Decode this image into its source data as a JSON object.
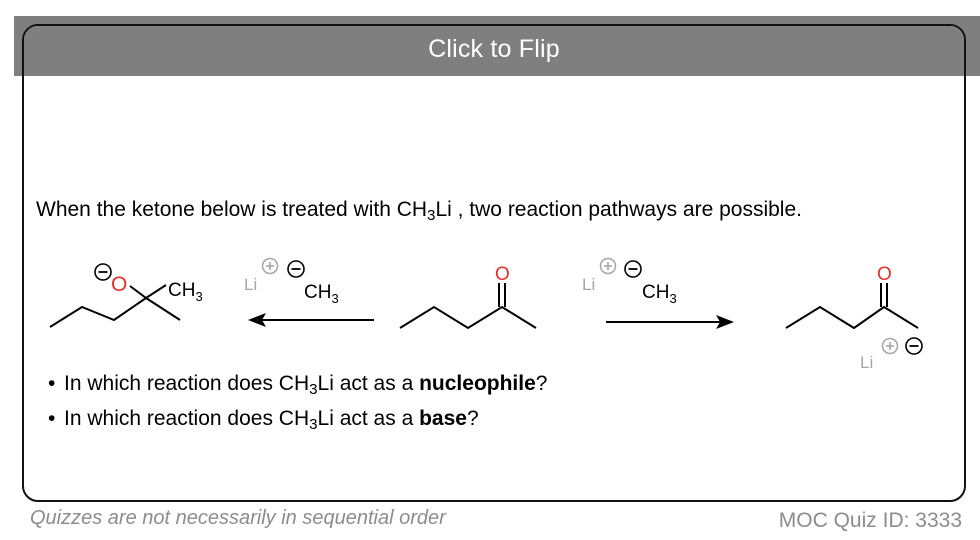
{
  "flip_bar": {
    "label": "Click to Flip"
  },
  "question": {
    "prefix": "When the ketone below is treated with CH",
    "sub": "3",
    "suffix": "Li , two reaction pathways are possible."
  },
  "reagent": {
    "li": "Li",
    "ch3_base": "CH",
    "ch3_sub": "3"
  },
  "product_left": {
    "o": "O",
    "ch3_base": "CH",
    "ch3_sub": "3"
  },
  "ketone": {
    "o": "O"
  },
  "product_right": {
    "o": "O",
    "li": "Li"
  },
  "bullets": [
    {
      "dot": "•",
      "pre": "In which reaction does CH",
      "sub": "3",
      "mid": "Li act as a ",
      "bold": "nucleophile",
      "end": "?"
    },
    {
      "dot": "•",
      "pre": "In which reaction does CH",
      "sub": "3",
      "mid": "Li act as a ",
      "bold": "base",
      "end": "?"
    }
  ],
  "footer": {
    "left": "Quizzes are not necessarily in sequential order",
    "right": "MOC Quiz ID: 3333"
  },
  "colors": {
    "bar": "#7f7f7f",
    "oxygen": "#e8312a",
    "reagent_gray": "#a6a6a6",
    "footer_gray": "#8c8c8c"
  }
}
